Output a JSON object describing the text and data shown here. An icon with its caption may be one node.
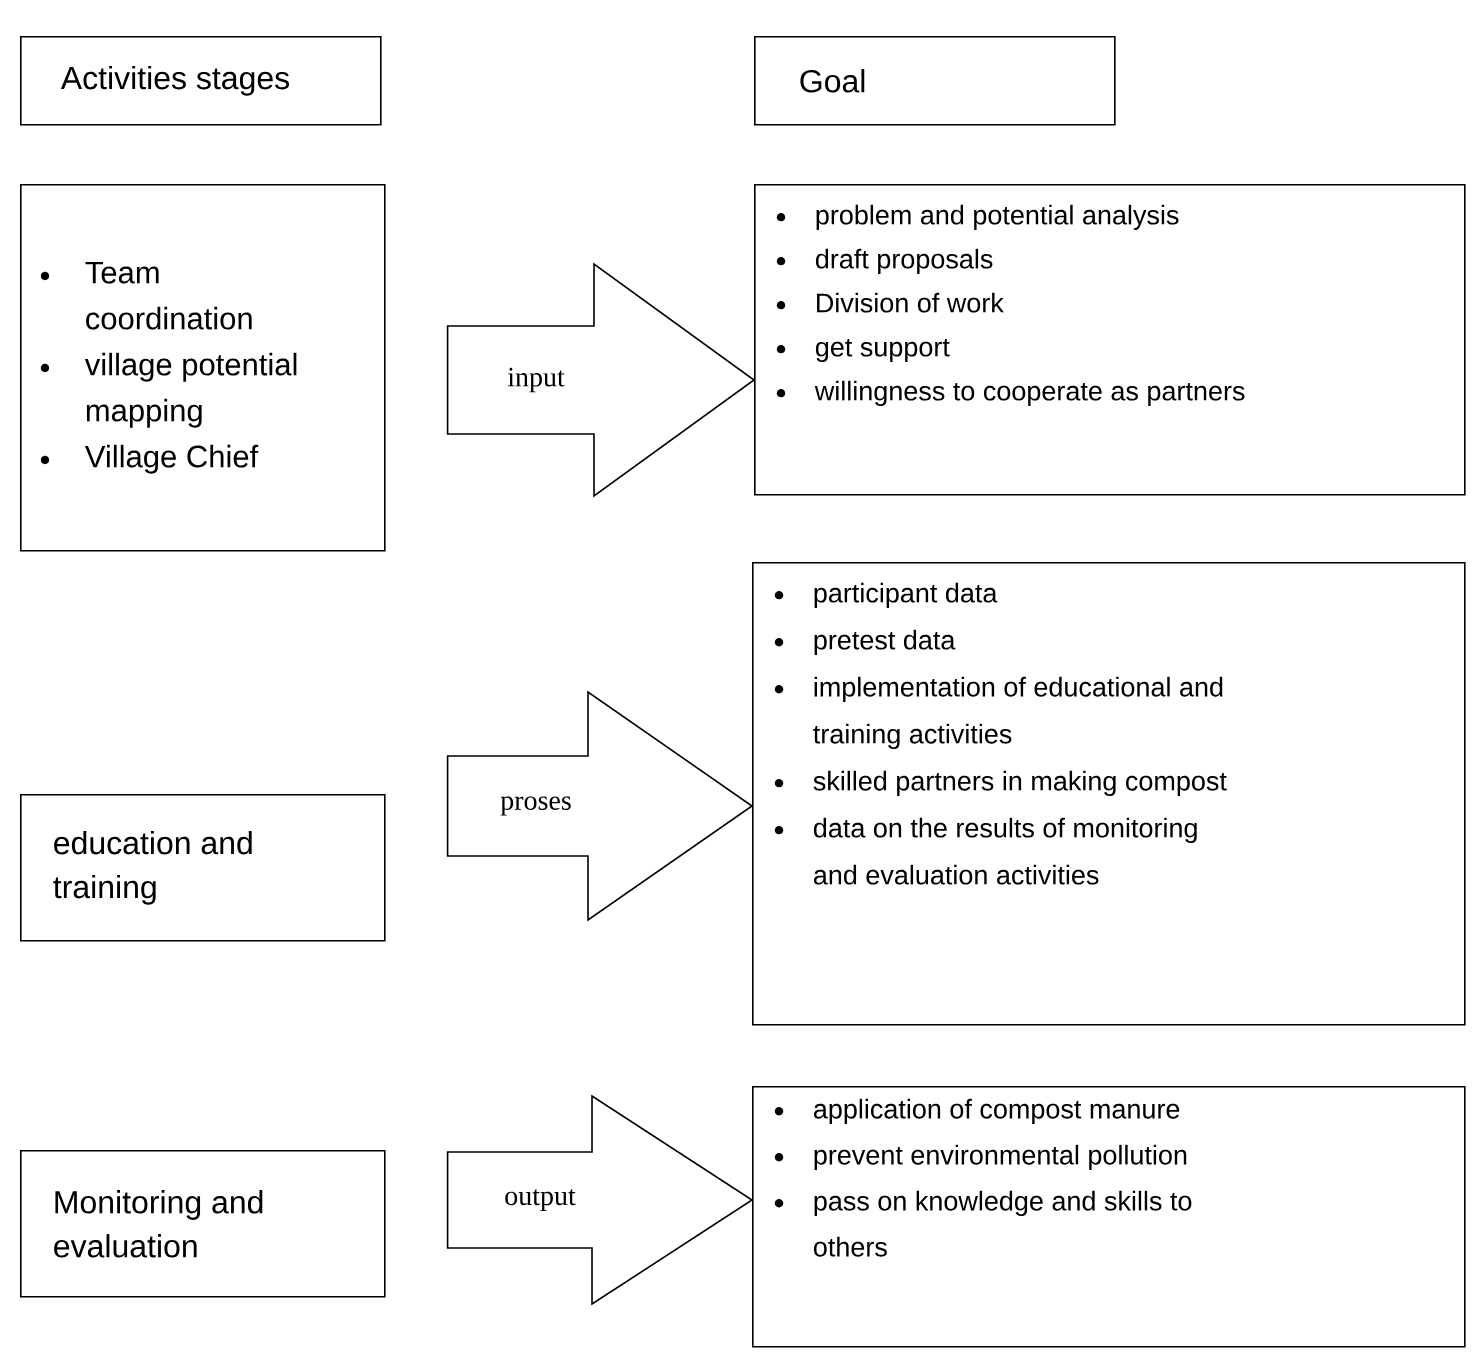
{
  "diagram": {
    "nodes": [
      {
        "text": [
          "Activities stages"
        ]
      },
      {
        "text": [
          "Goal"
        ]
      },
      {
        "text": [
          "Team coordination",
          "village potential mapping",
          "Village Chief"
        ]
      },
      {
        "text": [
          "problem and potential analysis",
          "draft proposals",
          "Division of work",
          "get support",
          "willingness to cooperate as partners"
        ]
      },
      {
        "text": [
          "education and training"
        ]
      },
      {
        "text": [
          "participant data",
          "pretest data",
          "implementation of educational and training activities",
          "skilled partners in making compost",
          "data on the results of monitoring and evaluation activities"
        ]
      },
      {
        "text": [
          "Monitoring and evaluation"
        ]
      },
      {
        "text": [
          "application of compost manure",
          "prevent environmental pollution",
          "pass on knowledge and skills to others"
        ]
      }
    ],
    "edges": [
      {
        "from": 2,
        "to": 3,
        "arrow": "to",
        "label": "input"
      },
      {
        "from": 4,
        "to": 5,
        "arrow": "to",
        "label": "proses"
      },
      {
        "from": 6,
        "to": 7,
        "arrow": "to",
        "label": "output"
      }
    ]
  }
}
